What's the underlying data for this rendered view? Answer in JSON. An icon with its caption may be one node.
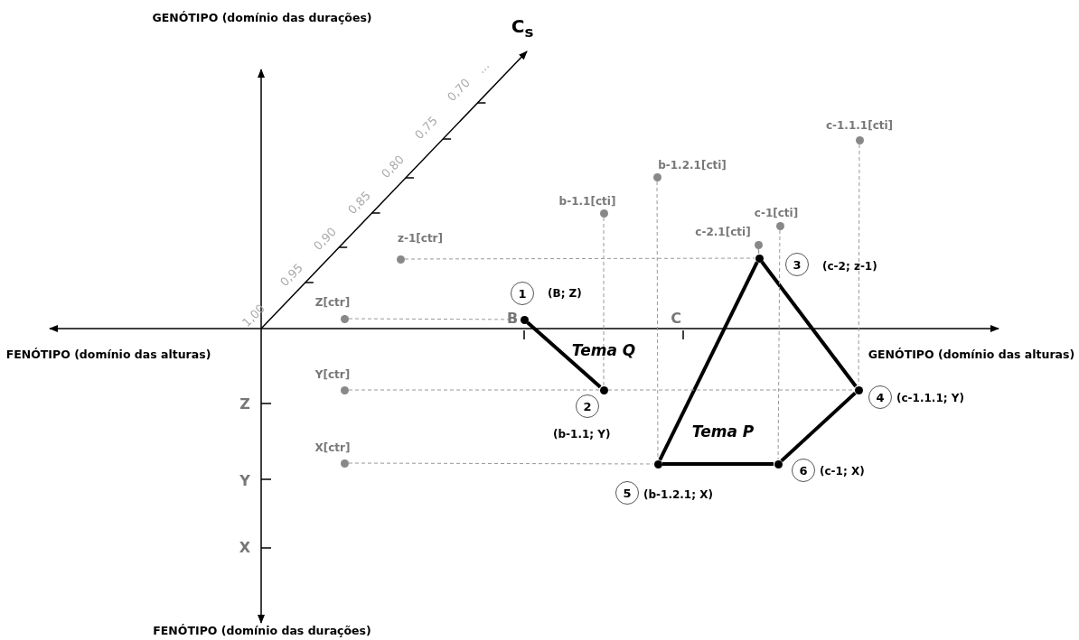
{
  "diagram": {
    "nodes": [
      {
        "text": [
          "1"
        ],
        "beside": [
          "(B; Z)"
        ]
      },
      {
        "text": [
          "2"
        ],
        "beside": [
          "(b-1.1; Y)"
        ]
      },
      {
        "text": [
          "3"
        ],
        "beside": [
          "(c-2; z-1)"
        ]
      },
      {
        "text": [
          "4"
        ],
        "beside": [
          "(c-1.1.1; Y)"
        ]
      },
      {
        "text": [
          "5"
        ],
        "beside": [
          "(b-1.2.1; X)"
        ]
      },
      {
        "text": [
          "6"
        ],
        "beside": [
          "(c-1; X)"
        ]
      },
      {
        "text": [],
        "shape": "circle"
      },
      {
        "text": [],
        "shape": "circle"
      },
      {
        "text": [],
        "shape": "circle"
      },
      {
        "text": [],
        "shape": "circle"
      },
      {
        "text": [],
        "shape": "circle"
      },
      {
        "text": [],
        "shape": "circle"
      },
      {
        "text": [],
        "shape": "circle",
        "beside": [
          "Z[ctr]"
        ]
      },
      {
        "text": [],
        "shape": "circle",
        "beside": [
          "Y[ctr]"
        ]
      },
      {
        "text": [],
        "shape": "circle",
        "beside": [
          "X[ctr]"
        ]
      },
      {
        "text": [],
        "shape": "circle",
        "beside": [
          "z-1[ctr]"
        ]
      },
      {
        "text": [],
        "shape": "circle",
        "beside": [
          "b-1.1[cti]"
        ]
      },
      {
        "text": [],
        "shape": "circle",
        "beside": [
          "b-1.2.1[cti]"
        ]
      },
      {
        "text": [],
        "shape": "circle",
        "beside": [
          "c-2.1[cti]"
        ]
      },
      {
        "text": [],
        "shape": "circle",
        "beside": [
          "c-1[cti]"
        ]
      },
      {
        "text": [],
        "shape": "circle",
        "beside": [
          "c-1.1.1[cti]"
        ]
      }
    ],
    "edges": [
      {
        "from": 6,
        "to": 7,
        "arrow": "none",
        "style": "thick",
        "color": "#000000"
      },
      {
        "from": 9,
        "to": 8,
        "arrow": "none",
        "style": "thick",
        "color": "#000000"
      },
      {
        "from": 9,
        "to": 11,
        "arrow": "none",
        "style": "thick",
        "color": "#000000"
      },
      {
        "from": 11,
        "to": 10,
        "arrow": "none",
        "style": "thick",
        "color": "#000000"
      },
      {
        "from": 8,
        "to": 10,
        "arrow": "none",
        "style": "thick",
        "color": "#000000"
      },
      {
        "from": 12,
        "to": 6,
        "arrow": "none",
        "style": "dashed"
      },
      {
        "from": 13,
        "to": 7,
        "arrow": "none",
        "style": "dashed"
      },
      {
        "from": 7,
        "to": 11,
        "arrow": "none",
        "style": "dashed"
      },
      {
        "from": 14,
        "to": 8,
        "arrow": "none",
        "style": "dashed"
      },
      {
        "from": 15,
        "to": 9,
        "arrow": "none",
        "style": "dashed"
      },
      {
        "from": 16,
        "to": 7,
        "arrow": "none",
        "style": "dashed"
      },
      {
        "from": 17,
        "to": 8,
        "arrow": "none",
        "style": "dashed"
      },
      {
        "from": 18,
        "to": 9,
        "arrow": "none"
      },
      {
        "from": 19,
        "to": 10,
        "arrow": "none",
        "style": "dashed"
      },
      {
        "from": 20,
        "to": 11,
        "arrow": "none",
        "style": "dashed"
      }
    ],
    "labels": [
      "GENÓTIPO (domínio das durações)",
      "C$_{s}$",
      "...",
      "0,70",
      "0,75",
      "0,80",
      "0,85",
      "0,90",
      "0,95",
      "1,00",
      "B",
      "C",
      "Tema Q",
      "FENÓTIPO (domínio das alturas)",
      "GENÓTIPO (domínio das alturas)",
      "Z",
      "Tema P",
      "Y",
      "X",
      "FENÓTIPO (domínio das durações)"
    ]
  }
}
